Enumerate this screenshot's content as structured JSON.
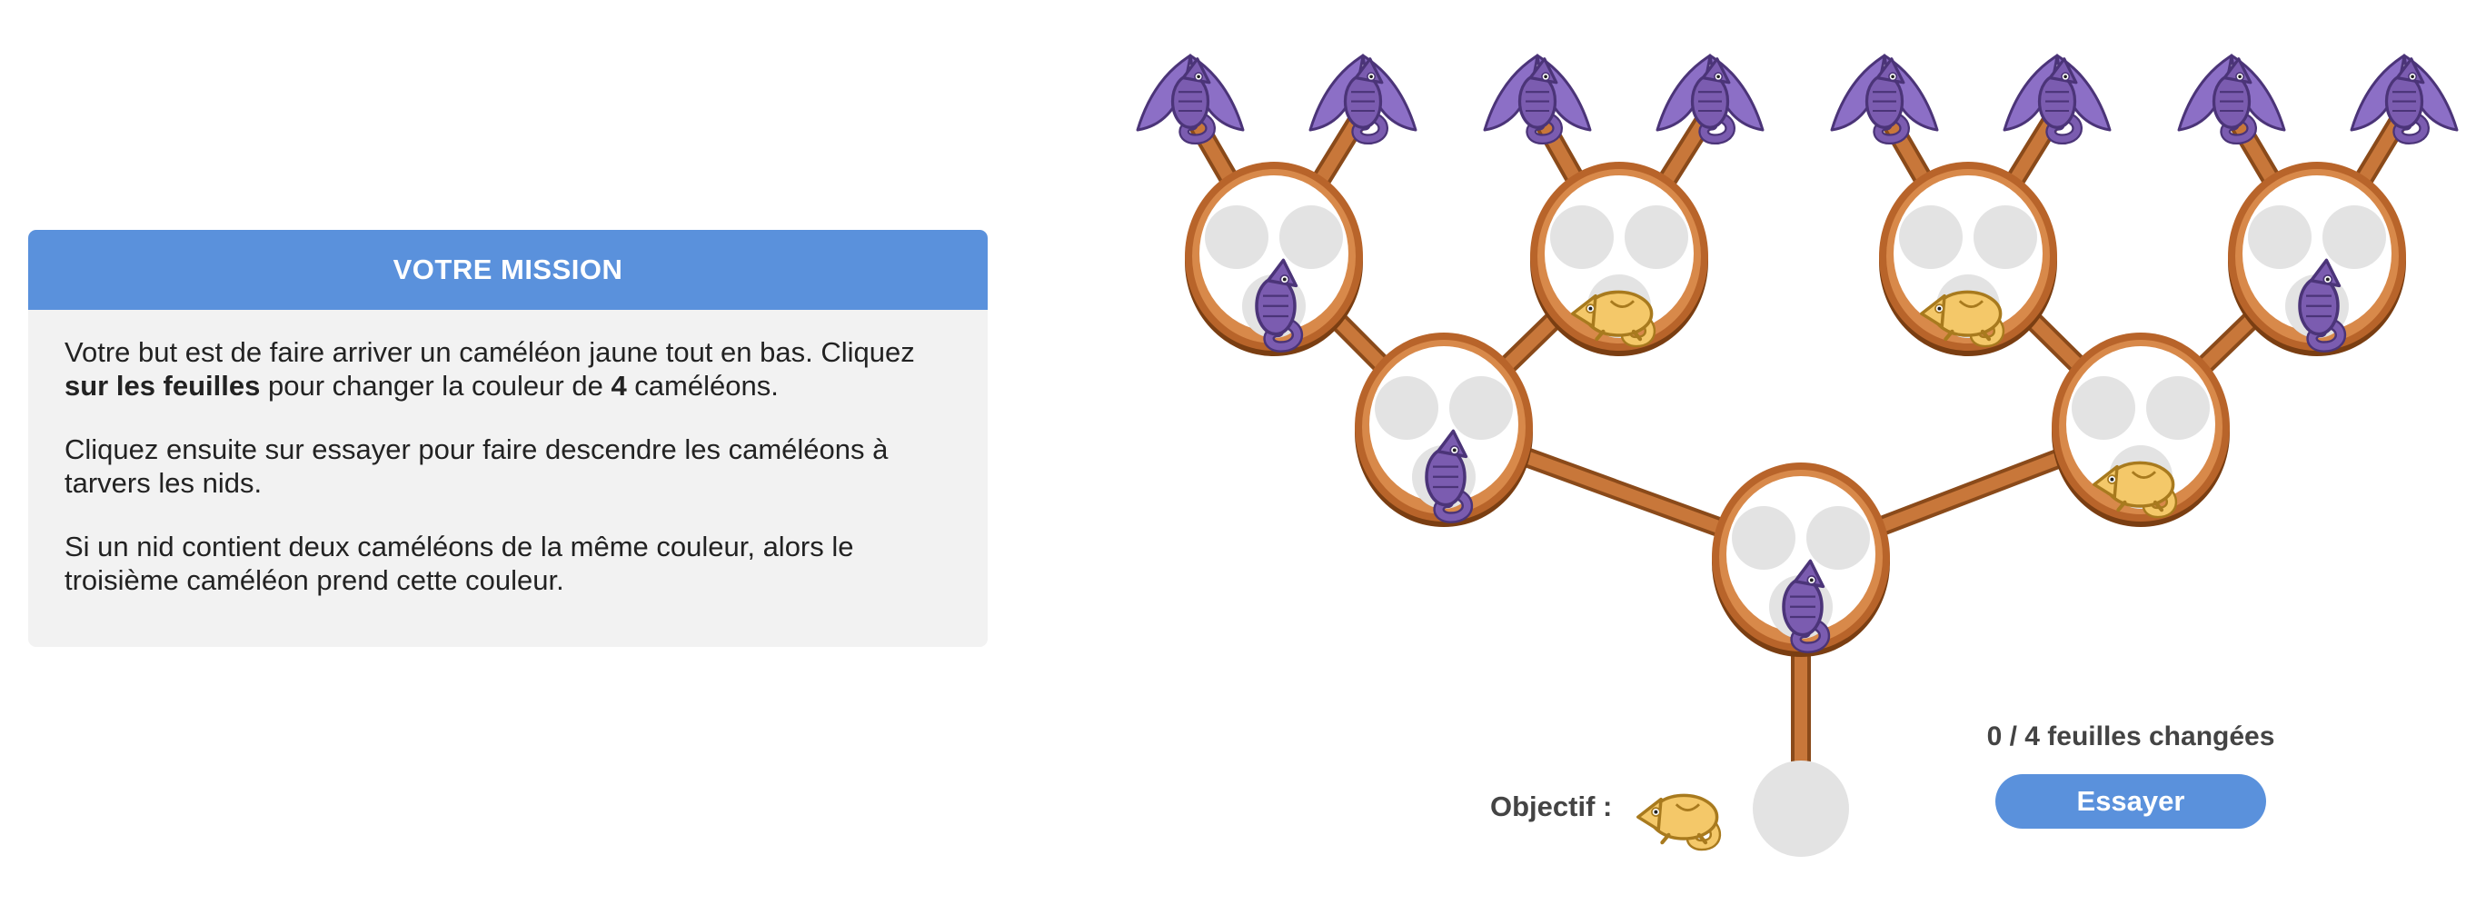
{
  "mission": {
    "title": "VOTRE MISSION",
    "p1_a": "Votre but est de faire arriver un caméléon jaune tout en bas. Cliquez ",
    "p1_b": "sur les feuilles",
    "p1_c": " pour changer la couleur de ",
    "p1_d": "4",
    "p1_e": " caméléons.",
    "p2": "Cliquez ensuite sur essayer pour faire descendre les caméléons à tarvers les nids.",
    "p3": "Si un nid contient deux caméléons de la même couleur, alors le troisième caméléon prend cette couleur."
  },
  "colors": {
    "violet": "#7b5cb0",
    "violet_dark": "#4b3478",
    "jaune": "#f4c869",
    "jaune_dark": "#a87a1e",
    "branche": "#c8773a",
    "branche_dark": "#8a4a1a",
    "nid_slot": "#e3e3e3",
    "bouton": "#5a91dc"
  },
  "leaves": [
    "violet",
    "violet",
    "violet",
    "violet",
    "violet",
    "violet",
    "violet",
    "violet"
  ],
  "nests": {
    "n1": "violet",
    "n2": "jaune",
    "n3": "jaune",
    "n4": "violet",
    "m1": "violet",
    "m2": "jaune",
    "racine": "violet"
  },
  "objectif": {
    "label": "Objectif :",
    "couleur": "jaune"
  },
  "compteur": "0 / 4 feuilles changées",
  "bouton": "Essayer"
}
